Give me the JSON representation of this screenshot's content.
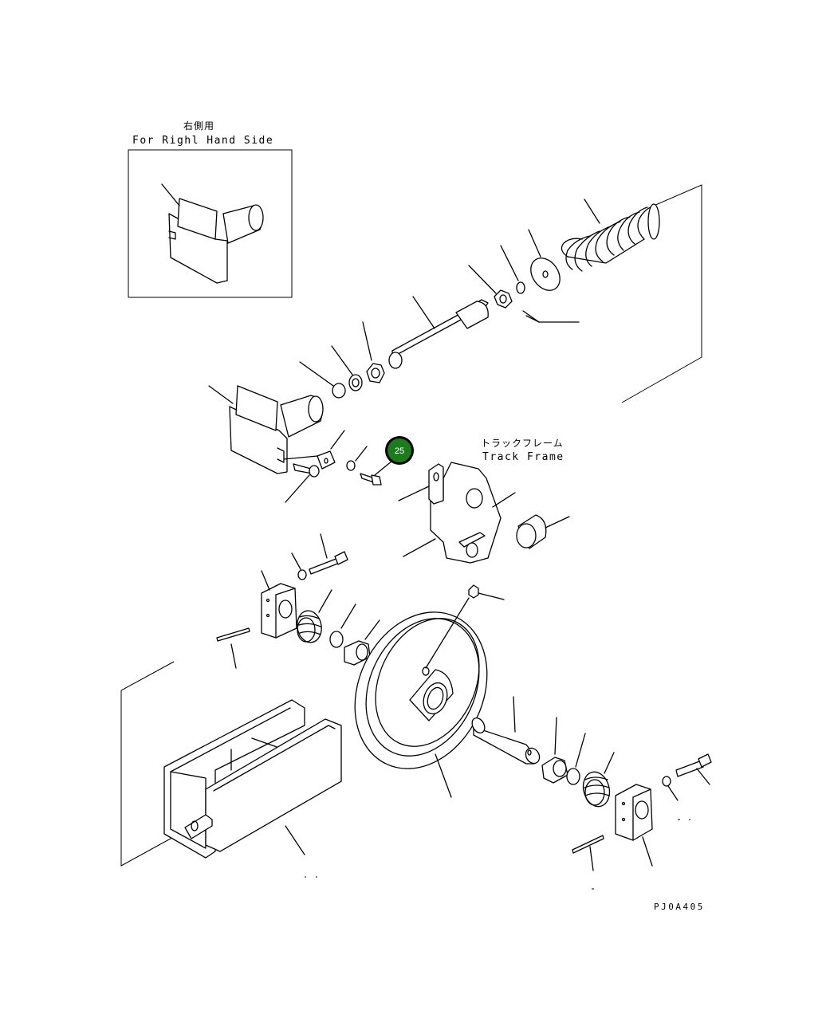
{
  "inset": {
    "title_jp": "右側用",
    "title_en": "For Righl Hand Side"
  },
  "track_frame": {
    "label_jp": "トラックフレーム",
    "label_en": "Track Frame"
  },
  "callout": {
    "number": "25",
    "color": "#1e7a1e"
  },
  "diagram_code": "PJ0A405"
}
